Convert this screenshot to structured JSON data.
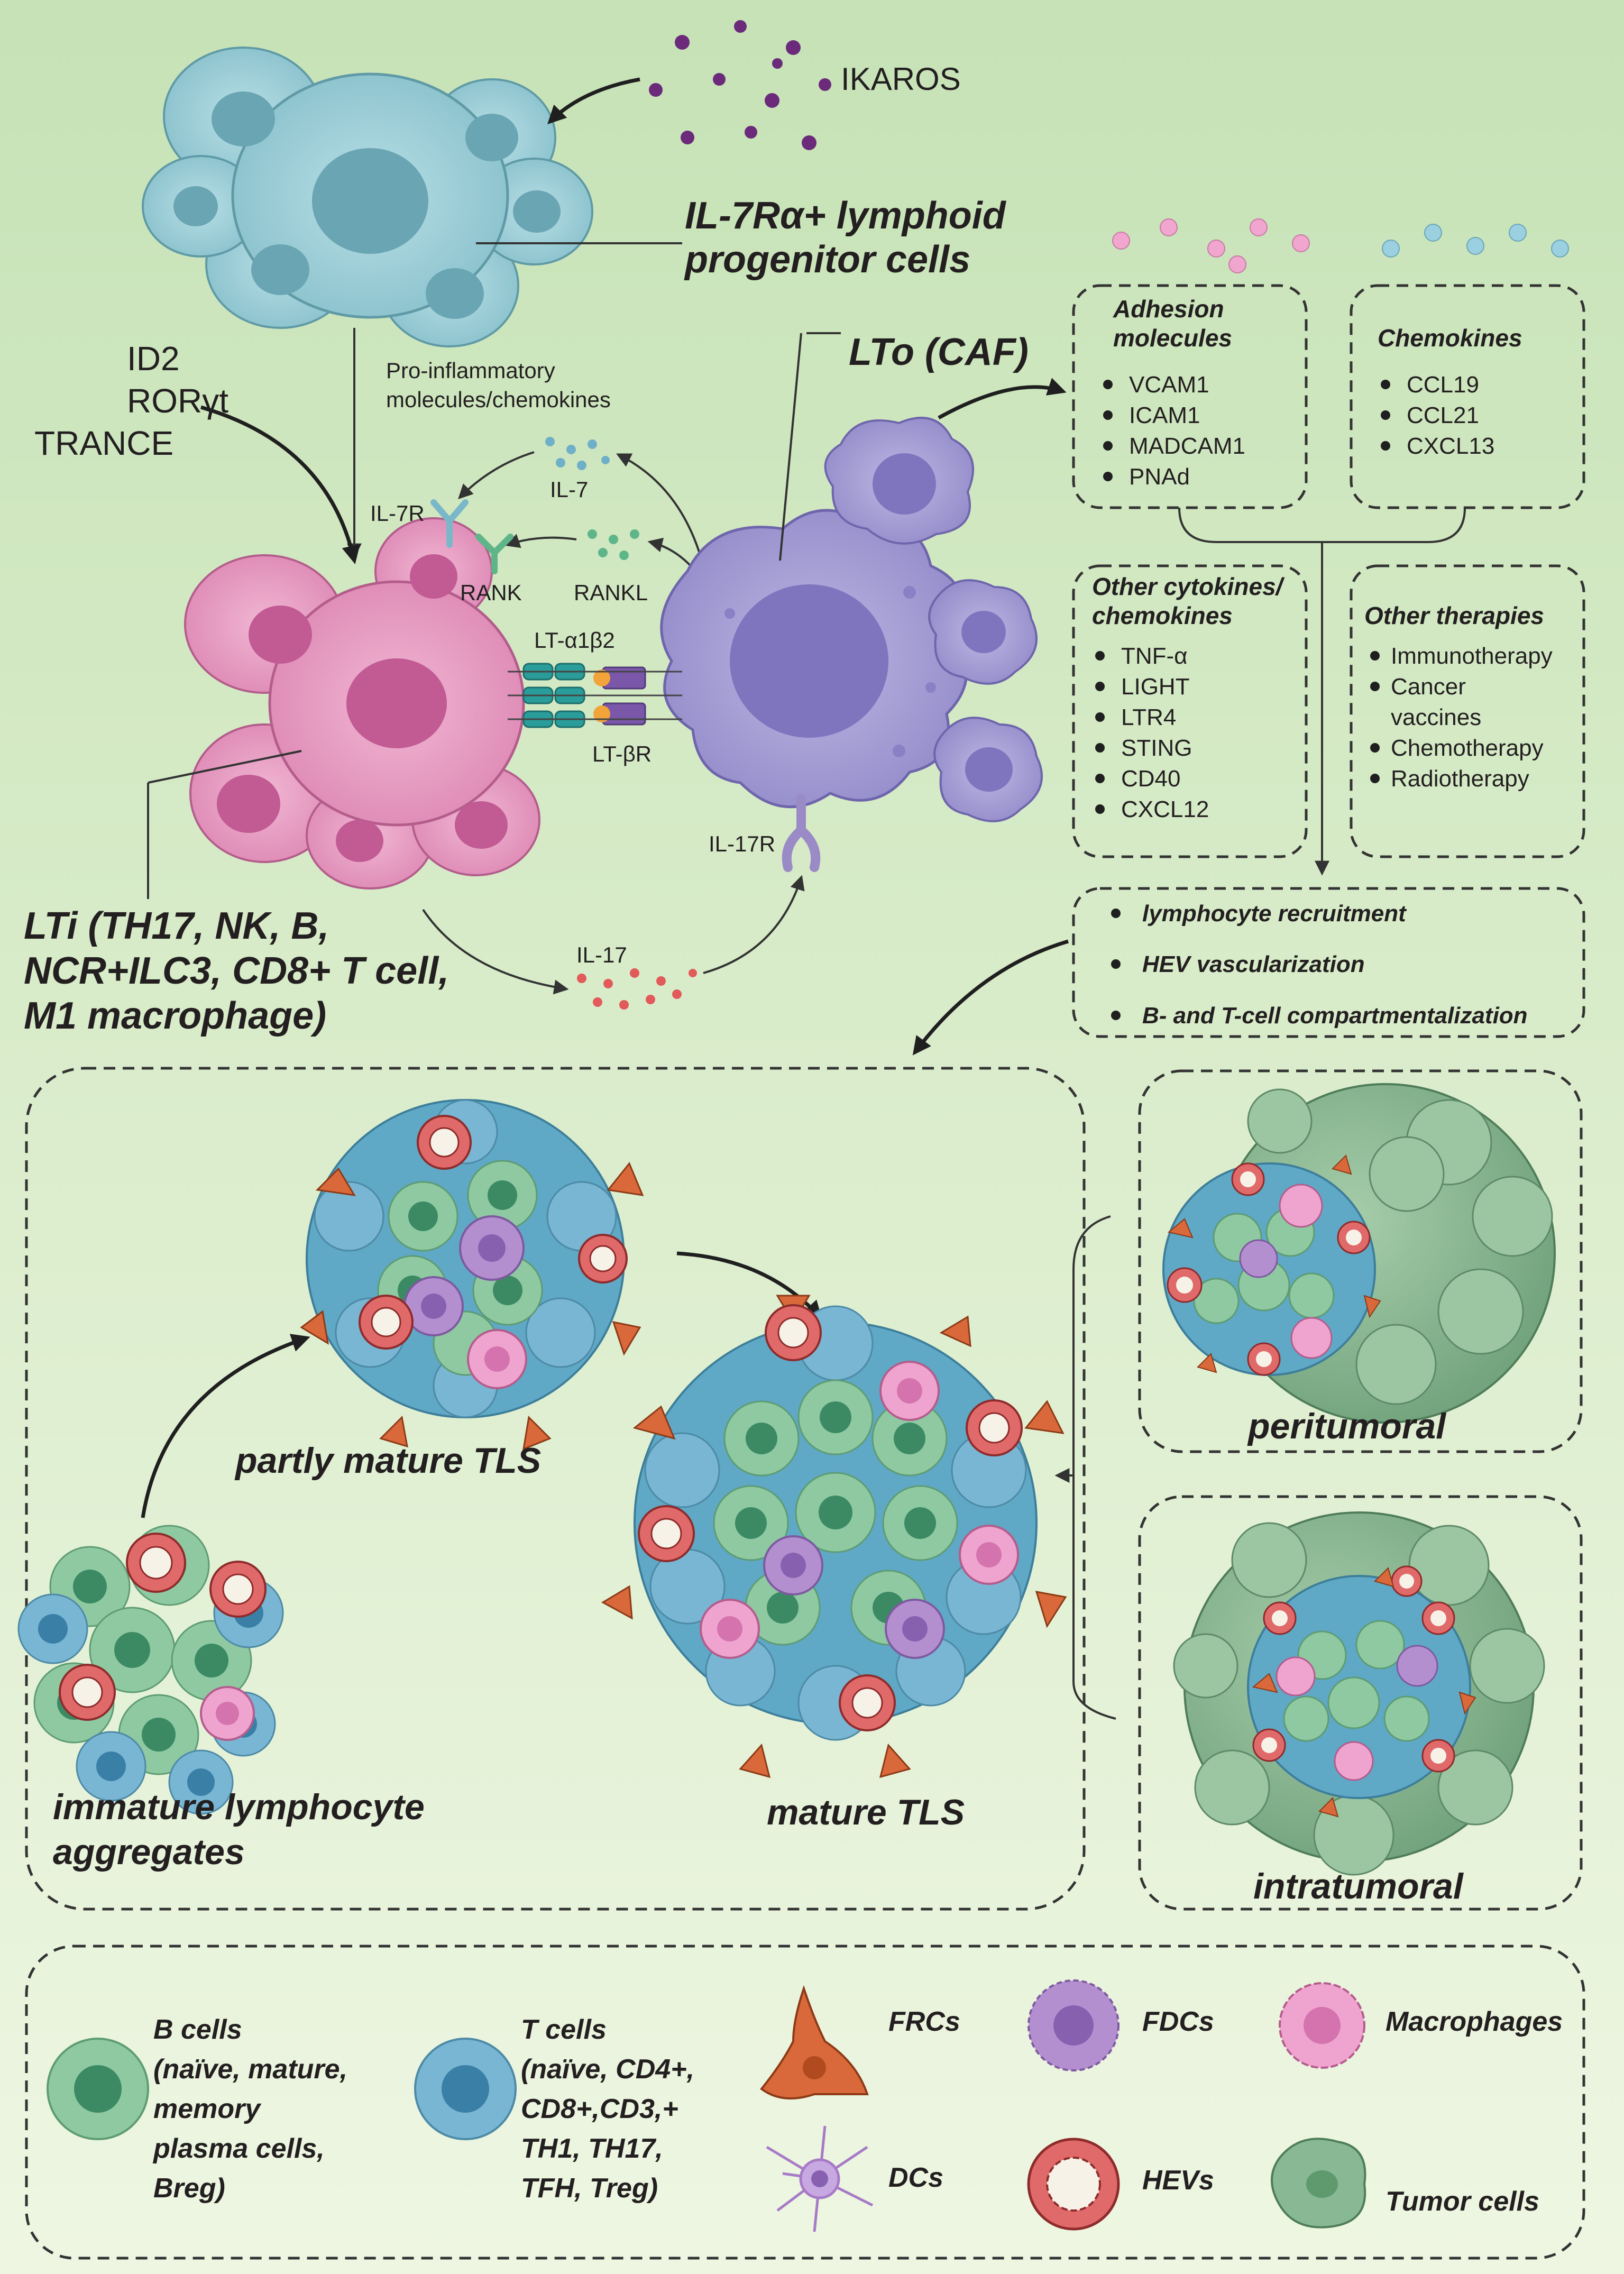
{
  "labels": {
    "ikaros": "IKAROS",
    "progenitor_line1": "IL-7Rα+ lymphoid",
    "progenitor_line2": "progenitor cells",
    "factors": [
      "ID2",
      "RORγt",
      "TRANCE"
    ],
    "pro_inflam_line1": "Pro-inflammatory",
    "pro_inflam_line2": "molecules/chemokines",
    "il7": "IL-7",
    "il7r": "IL-7R",
    "rank": "RANK",
    "rankl": "RANKL",
    "lt_ab": "LT-α1β2",
    "lt_br": "LT-βR",
    "il17r": "IL-17R",
    "il17": "IL-17",
    "lto": "LTo (CAF)",
    "lti_lines": [
      "LTi (TH17, NK, B,",
      "NCR+ILC3, CD8+ T cell,",
      "M1 macrophage)"
    ]
  },
  "panels": {
    "adhesion": {
      "title_lines": [
        "Adhesion",
        "molecules"
      ],
      "items": [
        "VCAM1",
        "ICAM1",
        "MADCAM1",
        "PNAd"
      ]
    },
    "chemokines": {
      "title_lines": [
        "Chemokines"
      ],
      "items": [
        "CCL19",
        "CCL21",
        "CXCL13"
      ]
    },
    "cytokines": {
      "title_lines": [
        "Other cytokines/",
        "chemokines"
      ],
      "items": [
        "TNF-α",
        "LIGHT",
        "LTR4",
        "STING",
        "CD40",
        "CXCL12"
      ]
    },
    "therapies": {
      "title_lines": [
        "Other therapies"
      ],
      "items": [
        "Immunotherapy",
        "Cancer",
        "vaccines",
        "Chemotherapy",
        "Radiotherapy"
      ]
    },
    "outcomes": [
      "lymphocyte recruitment",
      "HEV vascularization",
      "B- and T-cell compartmentalization"
    ]
  },
  "tls_stages": {
    "immature_lines": [
      "immature lymphocyte",
      "aggregates"
    ],
    "partly": "partly mature TLS",
    "mature": "mature TLS",
    "peritumoral": "peritumoral",
    "intratumoral": "intratumoral"
  },
  "legend": {
    "b_cells": [
      "B cells",
      "(naïve, mature,",
      "memory",
      "plasma cells,",
      "Breg)"
    ],
    "t_cells": [
      "T cells",
      "(naïve, CD4+,",
      "CD8+,CD3,+",
      "TH1, TH17,",
      "TFH, Treg)"
    ],
    "frcs": "FRCs",
    "fdcs": "FDCs",
    "macrophages": "Macrophages",
    "dcs": "DCs",
    "hevs": "HEVs",
    "tumor": "Tumor cells"
  },
  "colors": {
    "progenitor": "#9fd0d8",
    "lti": "#e79fc3",
    "lto": "#a9a3d6",
    "b_cell": "#8ec9a2",
    "t_cell": "#78b6d4",
    "frc": "#d9693a",
    "hev": "#e06a6a",
    "fdc": "#b48fd0",
    "macrophage": "#efa4d0",
    "tumor": "#88b894",
    "ikaros_dot": "#6b2a7a",
    "il17_dot": "#e25a5a"
  }
}
